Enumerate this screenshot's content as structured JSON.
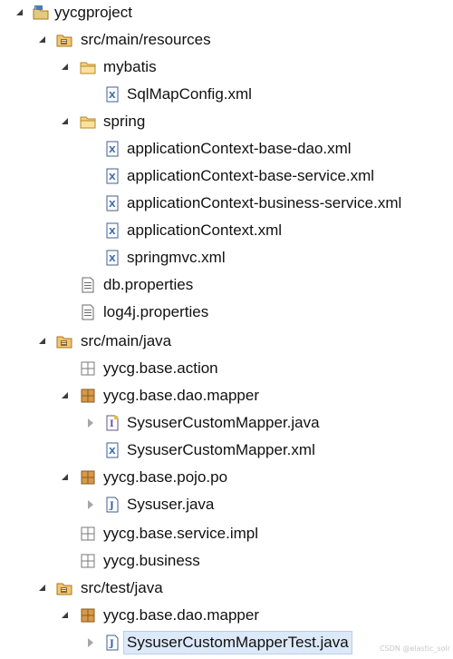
{
  "tree": {
    "project": "yycgproject",
    "res_folder": "src/main/resources",
    "mybatis_folder": "mybatis",
    "sqlmap_file": "SqlMapConfig.xml",
    "spring_folder": "spring",
    "spring_files": [
      "applicationContext-base-dao.xml",
      "applicationContext-base-service.xml",
      "applicationContext-business-service.xml",
      "applicationContext.xml",
      "springmvc.xml"
    ],
    "db_props": "db.properties",
    "log_props": "log4j.properties",
    "java_folder": "src/main/java",
    "pkg_action": "yycg.base.action",
    "pkg_mapper": "yycg.base.dao.mapper",
    "mapper_java": "SysuserCustomMapper.java",
    "mapper_xml": "SysuserCustomMapper.xml",
    "pkg_pojo": "yycg.base.pojo.po",
    "sysuser_java": "Sysuser.java",
    "pkg_service": "yycg.base.service.impl",
    "pkg_business": "yycg.business",
    "test_folder": "src/test/java",
    "test_pkg": "yycg.base.dao.mapper",
    "test_java": "SysuserCustomMapperTest.java"
  },
  "watermark": "CSDN @elastic_solr"
}
